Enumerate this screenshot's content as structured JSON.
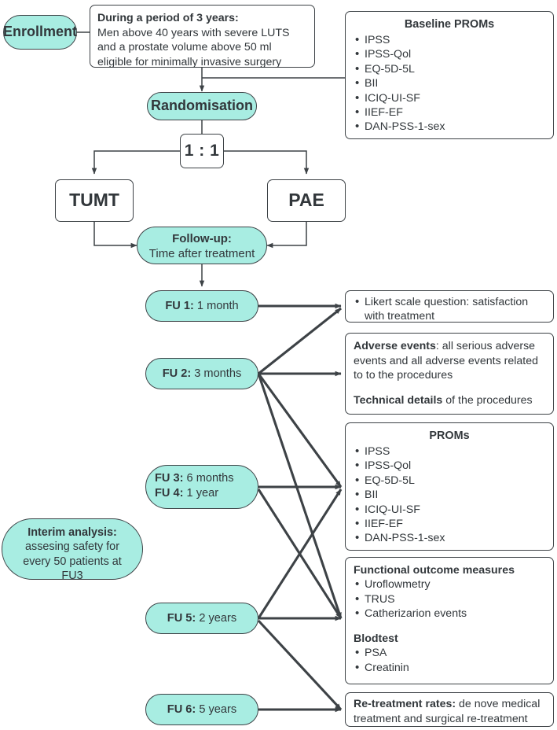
{
  "flowchart": {
    "title": "Randomised trial flow diagram: TUMT vs PAE",
    "colors": {
      "pill_fill": "#a8ede2",
      "stroke": "#3d4246",
      "text": "#32373b",
      "panel_fill": "#ffffff"
    },
    "nodes": {
      "enrollment": {
        "label": "Enrollment"
      },
      "inclusion": {
        "heading": "During a period of 3 years:",
        "line1": "Men above 40 years with severe LUTS",
        "line2": "and a prostate volume above 50 ml",
        "line3": "eligible for minimally invasive surgery"
      },
      "randomisation": {
        "label": "Randomisation"
      },
      "ratio": {
        "label": "1 : 1"
      },
      "tumt": {
        "label": "TUMT"
      },
      "pae": {
        "label": "PAE"
      },
      "followup": {
        "line1": "Follow-up:",
        "line2": "Time after treatment"
      },
      "interim": {
        "line1": "Interim analysis:",
        "line2": "assesing safety for",
        "line3": "every 50 patients at",
        "line4": "FU3"
      }
    },
    "followups": [
      {
        "id": "fu1",
        "code": "FU 1:",
        "time": " 1 month"
      },
      {
        "id": "fu2",
        "code": "FU 2:",
        "time": " 3 months"
      },
      {
        "id": "fu34",
        "code": "FU 3:",
        "time": " 6 months",
        "code2": "FU 4:",
        "time2": " 1 year"
      },
      {
        "id": "fu5",
        "code": "FU 5:",
        "time": " 2 years"
      },
      {
        "id": "fu6",
        "code": "FU 6:",
        "time": " 5 years"
      }
    ],
    "panels": {
      "baseline_proms": {
        "title": "Baseline PROMs",
        "items": [
          "IPSS",
          "IPSS-Qol",
          "EQ-5D-5L",
          "BII",
          "ICIQ-UI-SF",
          "IIEF-EF",
          "DAN-PSS-1-sex"
        ]
      },
      "likert": {
        "items": [
          "Likert scale question: satisfaction with treatment"
        ]
      },
      "adverse": {
        "lead": "Adverse events",
        "body": ": all serious adverse events and all adverse events related to to the procedures",
        "lead2": "Technical details",
        "body2": " of the procedures"
      },
      "proms": {
        "title": "PROMs",
        "items": [
          "IPSS",
          "IPSS-Qol",
          "EQ-5D-5L",
          "BII",
          "ICIQ-UI-SF",
          "IIEF-EF",
          "DAN-PSS-1-sex"
        ]
      },
      "functional": {
        "title": "Functional outcome measures",
        "items": [
          "Uroflowmetry",
          "TRUS",
          "Catherizarion events"
        ],
        "title2": "Blodtest",
        "items2": [
          "PSA",
          "Creatinin"
        ]
      },
      "retreatment": {
        "lead": "Re-treatment rates:",
        "body": " de nove medical treatment and surgical re-treatment"
      }
    },
    "edges": [
      {
        "from": "fu1",
        "to": "likert"
      },
      {
        "from": "fu2",
        "to": "likert"
      },
      {
        "from": "fu2",
        "to": "adverse"
      },
      {
        "from": "fu2",
        "to": "proms"
      },
      {
        "from": "fu2",
        "to": "functional"
      },
      {
        "from": "fu34",
        "to": "proms"
      },
      {
        "from": "fu34",
        "to": "functional"
      },
      {
        "from": "fu5",
        "to": "proms"
      },
      {
        "from": "fu5",
        "to": "functional"
      },
      {
        "from": "fu5",
        "to": "retreatment"
      },
      {
        "from": "fu6",
        "to": "retreatment"
      }
    ]
  }
}
